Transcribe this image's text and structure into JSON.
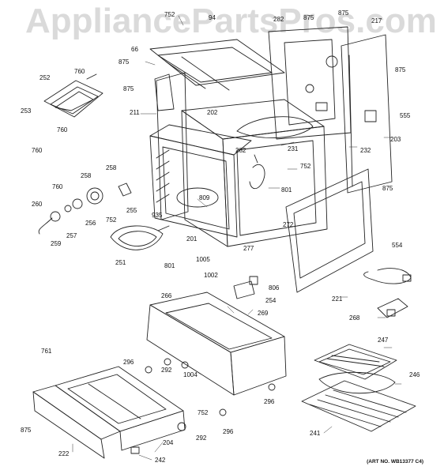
{
  "watermark": "AppliancePartsPros.com",
  "art_number": "(ART NO. WB13377 C4)",
  "callouts": [
    {
      "id": "c752a",
      "text": "752"
    },
    {
      "id": "c94",
      "text": "94"
    },
    {
      "id": "c282a",
      "text": "282"
    },
    {
      "id": "c875a",
      "text": "875"
    },
    {
      "id": "c875b",
      "text": "875"
    },
    {
      "id": "c217",
      "text": "217"
    },
    {
      "id": "c66",
      "text": "66"
    },
    {
      "id": "c875c",
      "text": "875"
    },
    {
      "id": "c760a",
      "text": "760"
    },
    {
      "id": "c252",
      "text": "252"
    },
    {
      "id": "c875d",
      "text": "875"
    },
    {
      "id": "c875e",
      "text": "875"
    },
    {
      "id": "c211",
      "text": "211"
    },
    {
      "id": "c253",
      "text": "253"
    },
    {
      "id": "c760b",
      "text": "760"
    },
    {
      "id": "c760c",
      "text": "760"
    },
    {
      "id": "c202",
      "text": "202"
    },
    {
      "id": "c555",
      "text": "555"
    },
    {
      "id": "c231",
      "text": "231"
    },
    {
      "id": "c203",
      "text": "203"
    },
    {
      "id": "c232",
      "text": "232"
    },
    {
      "id": "c282b",
      "text": "282"
    },
    {
      "id": "c752b",
      "text": "752"
    },
    {
      "id": "c875f",
      "text": "875"
    },
    {
      "id": "c801a",
      "text": "801"
    },
    {
      "id": "c258a",
      "text": "258"
    },
    {
      "id": "c258b",
      "text": "258"
    },
    {
      "id": "c760d",
      "text": "760"
    },
    {
      "id": "c809",
      "text": "809"
    },
    {
      "id": "c260",
      "text": "260"
    },
    {
      "id": "c256",
      "text": "256"
    },
    {
      "id": "c752c",
      "text": "752"
    },
    {
      "id": "c255",
      "text": "255"
    },
    {
      "id": "c935",
      "text": "935"
    },
    {
      "id": "c272",
      "text": "272"
    },
    {
      "id": "c257",
      "text": "257"
    },
    {
      "id": "c259",
      "text": "259"
    },
    {
      "id": "c201",
      "text": "201"
    },
    {
      "id": "c277",
      "text": "277"
    },
    {
      "id": "c251",
      "text": "251"
    },
    {
      "id": "c801b",
      "text": "801"
    },
    {
      "id": "c1005",
      "text": "1005"
    },
    {
      "id": "c554",
      "text": "554"
    },
    {
      "id": "c1002",
      "text": "1002"
    },
    {
      "id": "c806",
      "text": "806"
    },
    {
      "id": "c221",
      "text": "221"
    },
    {
      "id": "c254",
      "text": "254"
    },
    {
      "id": "c266",
      "text": "266"
    },
    {
      "id": "c268",
      "text": "268"
    },
    {
      "id": "c269",
      "text": "269"
    },
    {
      "id": "c247",
      "text": "247"
    },
    {
      "id": "c761",
      "text": "761"
    },
    {
      "id": "c296a",
      "text": "296"
    },
    {
      "id": "c292a",
      "text": "292"
    },
    {
      "id": "c1004",
      "text": "1004"
    },
    {
      "id": "c246",
      "text": "246"
    },
    {
      "id": "c296b",
      "text": "296"
    },
    {
      "id": "c752d",
      "text": "752"
    },
    {
      "id": "c875g",
      "text": "875"
    },
    {
      "id": "c292b",
      "text": "292"
    },
    {
      "id": "c296c",
      "text": "296"
    },
    {
      "id": "c241",
      "text": "241"
    },
    {
      "id": "c222",
      "text": "222"
    },
    {
      "id": "c204",
      "text": "204"
    },
    {
      "id": "c242",
      "text": "242"
    }
  ]
}
